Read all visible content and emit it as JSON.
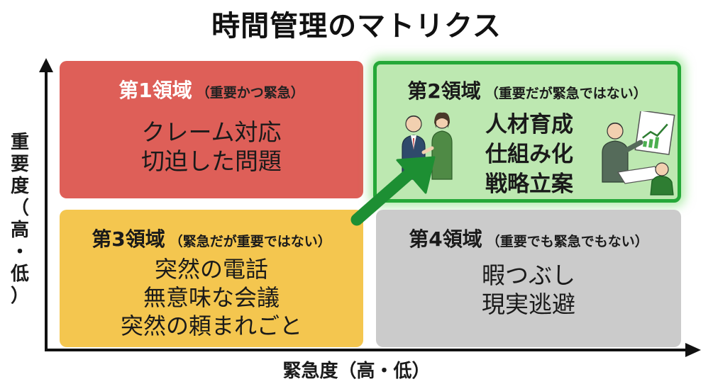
{
  "title": "時間管理のマトリクス",
  "axes": {
    "y_label": "重要度（高・低）",
    "x_label": "緊急度（高・低）"
  },
  "quadrants": [
    {
      "name": "第1領域",
      "sub": "（重要かつ緊急）",
      "items": [
        "クレーム対応",
        "切迫した問題"
      ],
      "color": "#de5f58"
    },
    {
      "name": "第2領域",
      "sub": "（重要だが緊急ではない）",
      "items": [
        "人材育成",
        "仕組み化",
        "戦略立案"
      ],
      "color": "#bde8b1",
      "highlight": "#25a838"
    },
    {
      "name": "第3領域",
      "sub": "（緊急だが重要ではない）",
      "items": [
        "突然の電話",
        "無意味な会議",
        "突然の頼まれごと"
      ],
      "color": "#f4c64f"
    },
    {
      "name": "第4領域",
      "sub": "（重要でも緊急でもない）",
      "items": [
        "暇つぶし",
        "現実逃避"
      ],
      "color": "#cbcbcb"
    }
  ],
  "icons": [
    "people-talking-icon",
    "presentation-meeting-icon",
    "transition-arrow-icon"
  ]
}
